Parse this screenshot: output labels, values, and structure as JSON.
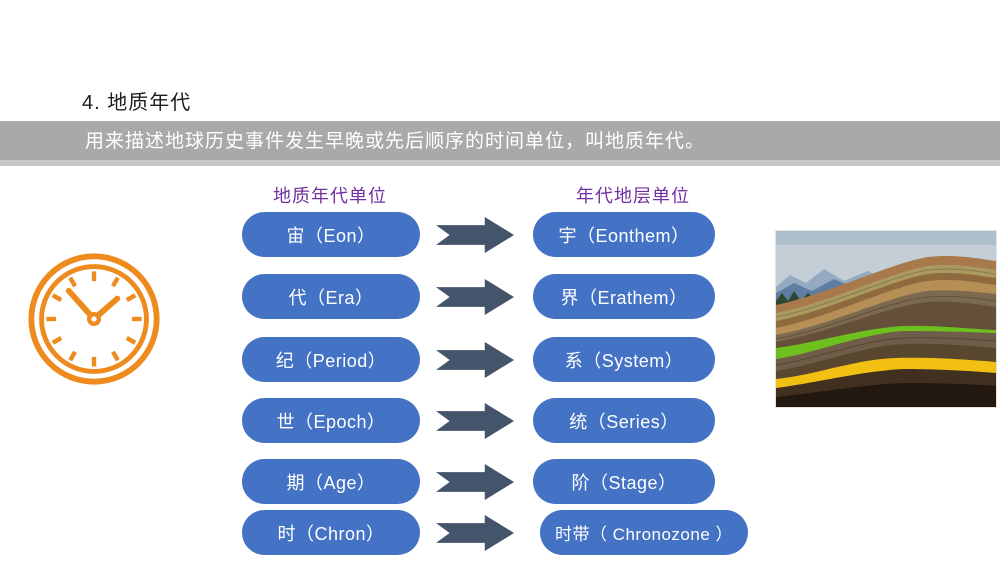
{
  "slide": {
    "title": "4. 地质年代",
    "definition": "用来描述地球历史事件发生早晚或先后顺序的时间单位，叫地质年代。",
    "left_column_header": "地质年代单位",
    "right_column_header": "年代地层单位",
    "rows": [
      {
        "left": "宙（Eon）",
        "right": "宇（Eonthem）"
      },
      {
        "left": "代（Era）",
        "right": "界（Erathem）"
      },
      {
        "left": "纪（Period）",
        "right": "系（System）"
      },
      {
        "left": "世（Epoch）",
        "right": "统（Series）"
      },
      {
        "left": "期（Age）",
        "right": "阶（Stage）"
      },
      {
        "left": "时（Chron）",
        "right": "时带（ Chronozone ）"
      }
    ],
    "icons": {
      "clock": "clock-icon",
      "arrow": "notched-right-arrow-icon",
      "strata": "geological-strata-photo"
    },
    "colors": {
      "pill_blue": "#4472C4",
      "arrow_slate": "#44546A",
      "header_purple": "#7030A0",
      "banner_gray": "#A9A9A9",
      "clock_orange": "#EE8B1E",
      "title_black": "#1C1C1C"
    }
  }
}
